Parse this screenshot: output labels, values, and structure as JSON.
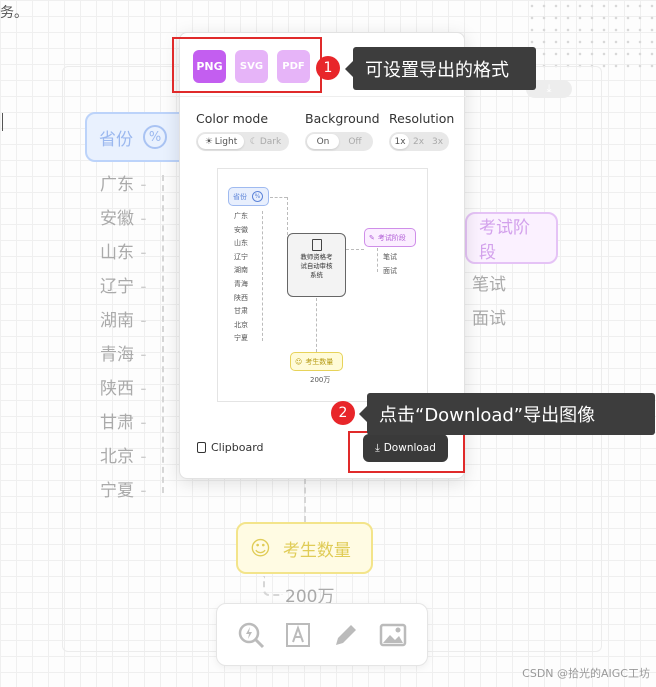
{
  "page": {
    "top_text": "务。",
    "watermark": "CSDN @拾光的AIGC工坊"
  },
  "mindmap_bg": {
    "province": "省份",
    "province_icon": "%",
    "provinces": [
      "广东",
      "安徽",
      "山东",
      "辽宁",
      "湖南",
      "青海",
      "陕西",
      "甘肃",
      "北京",
      "宁夏"
    ],
    "stage": "考试阶段",
    "stages": [
      "笔试",
      "面试"
    ],
    "count": "考生数量",
    "counts": [
      "200万"
    ]
  },
  "export_modal": {
    "formats": [
      "PNG",
      "SVG",
      "PDF"
    ],
    "selected_format": "PNG",
    "color_mode": {
      "label": "Color mode",
      "options": [
        "Light",
        "Dark"
      ],
      "selected": "Light"
    },
    "background": {
      "label": "Background",
      "options": [
        "On",
        "Off"
      ],
      "selected": "On"
    },
    "resolution": {
      "label": "Resolution",
      "options": [
        "1x",
        "2x",
        "3x"
      ],
      "selected": "1x"
    },
    "preview": {
      "province": "省份",
      "provinces": [
        "广东",
        "安徽",
        "山东",
        "辽宁",
        "湖南",
        "青海",
        "陕西",
        "甘肃",
        "北京",
        "宁夏"
      ],
      "center_line1": "教师资格考",
      "center_line2": "试自动审核",
      "center_line3": "系统",
      "stage": "考试阶段",
      "stages": [
        "笔试",
        "面试"
      ],
      "count": "考生数量",
      "counts": [
        "200万"
      ]
    },
    "clipboard_label": "Clipboard",
    "download_label": "Download"
  },
  "annotations": [
    {
      "number": "1",
      "text": "可设置导出的格式"
    },
    {
      "number": "2",
      "text": "点击“Download”导出图像"
    }
  ],
  "colors": {
    "accent_purple": "#c35ef0",
    "annotation_red": "#e8262a",
    "callout_bg": "#3d3d3d"
  }
}
